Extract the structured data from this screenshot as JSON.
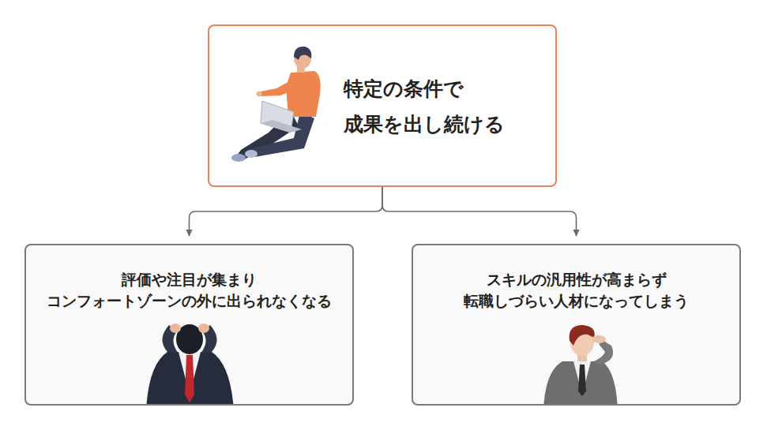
{
  "diagram": {
    "nodes": [
      {
        "text": [
          "特定の条件で 成果を出し続ける"
        ]
      },
      {
        "text": [
          "評価や注目が集まり コンフォートゾーンの外に出られなくなる"
        ]
      },
      {
        "text": [
          "スキルの汎用性が高まらず 転職しづらい人材になってしまう"
        ]
      }
    ],
    "edges": [
      {
        "from": 0,
        "to": 1,
        "arrow": "to"
      },
      {
        "from": 0,
        "to": 2,
        "arrow": "to"
      }
    ]
  }
}
